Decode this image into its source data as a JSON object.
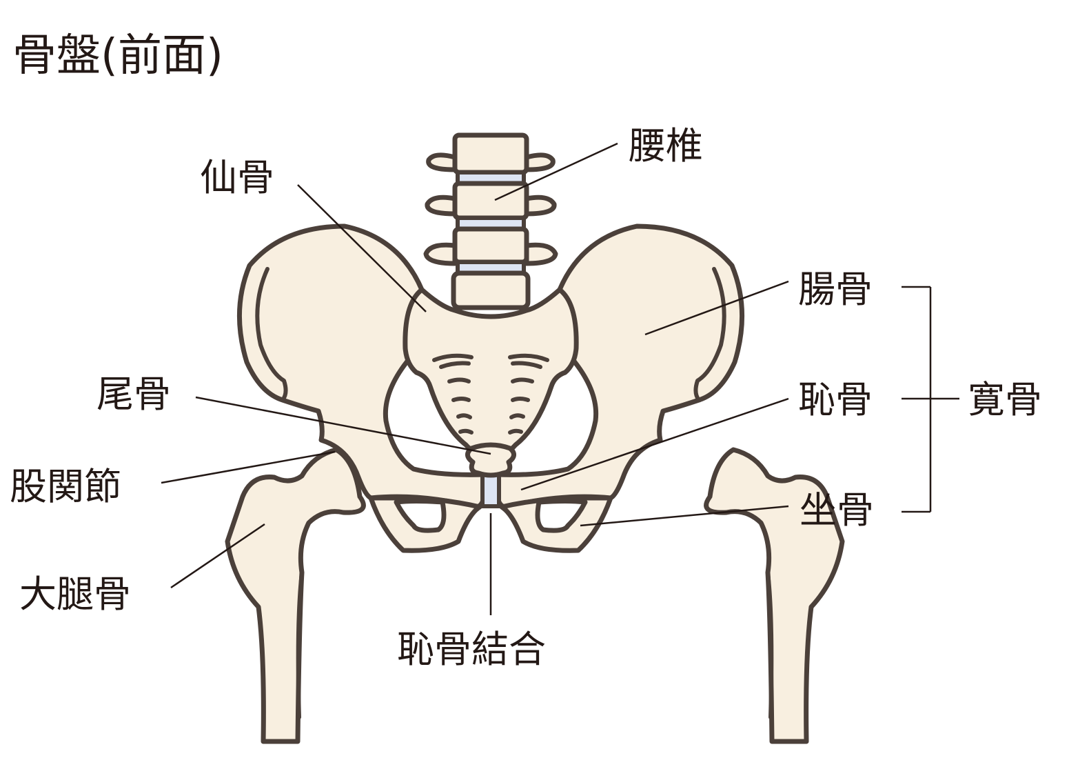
{
  "title": "骨盤(前面)",
  "labels": {
    "lumbar": "腰椎",
    "sacrum": "仙骨",
    "ilium": "腸骨",
    "coccyx": "尾骨",
    "pubis": "恥骨",
    "hip_bone": "寛骨",
    "hip_joint": "股関節",
    "ischium": "坐骨",
    "femur": "大腿骨",
    "pubic_symphysis": "恥骨結合"
  },
  "colors": {
    "bone_fill": "#f8efe0",
    "bone_outline": "#4b403a",
    "disc_fill": "#dde4f3",
    "text": "#231815"
  }
}
